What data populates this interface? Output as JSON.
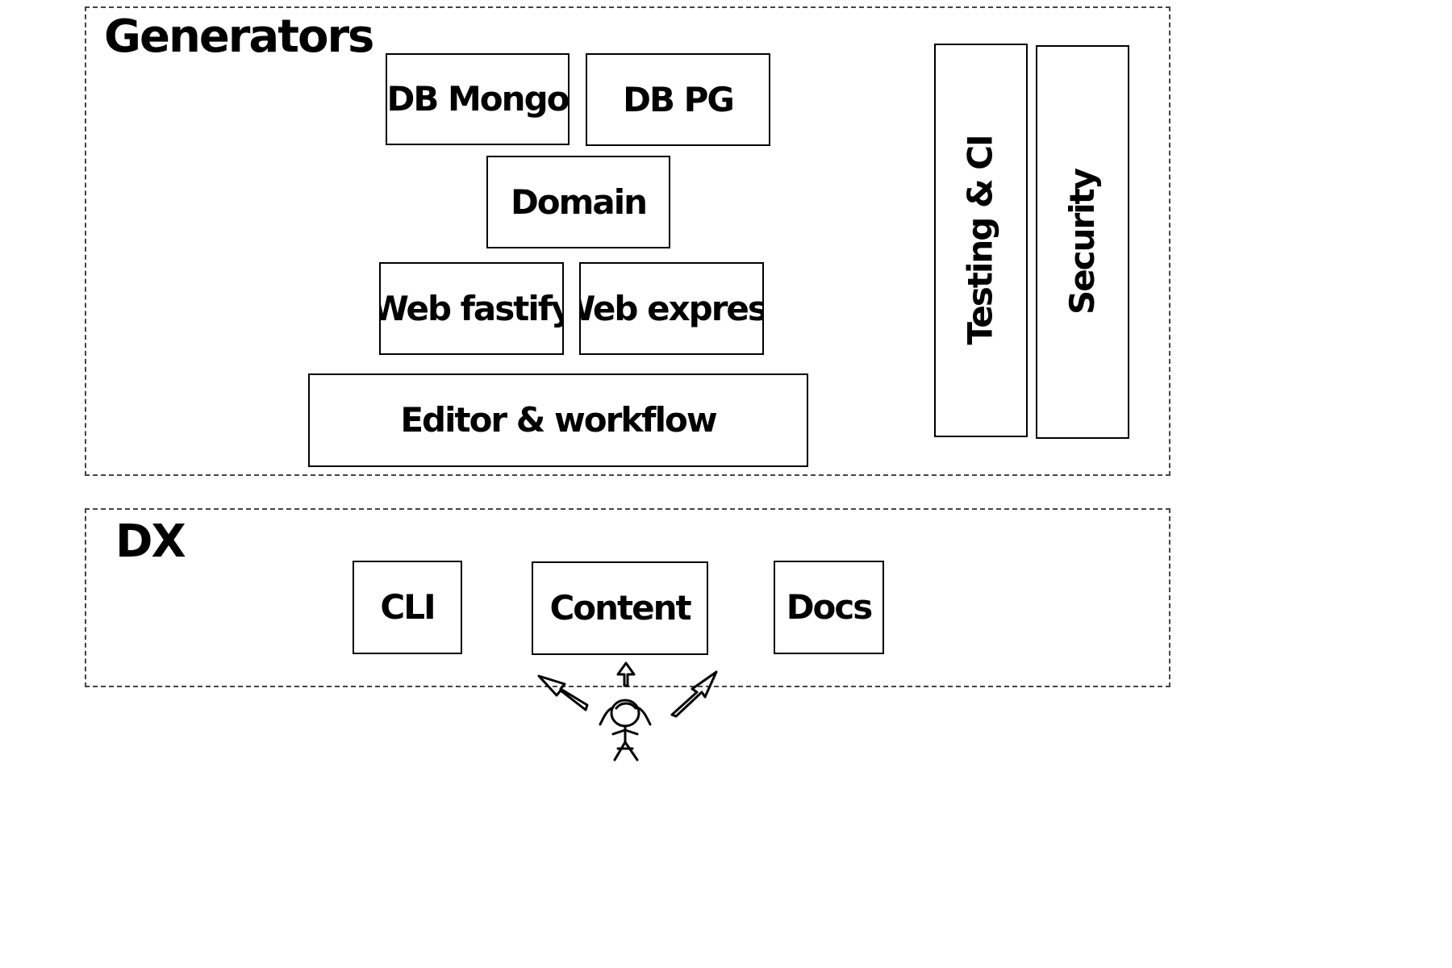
{
  "groups": {
    "generators": {
      "title": "Generators"
    },
    "dx": {
      "title": "DX"
    }
  },
  "boxes": {
    "db_mongo": "DB Mongo",
    "db_pg": "DB PG",
    "domain": "Domain",
    "web_fastify": "Web fastify",
    "web_express": "Web express",
    "editor_workflow": "Editor & workflow",
    "testing_ci": "Testing & CI",
    "security": "Security",
    "cli": "CLI",
    "content": "Content",
    "docs": "Docs"
  },
  "icons": {
    "user": "person-icon",
    "arrows": "arrow-icon"
  }
}
